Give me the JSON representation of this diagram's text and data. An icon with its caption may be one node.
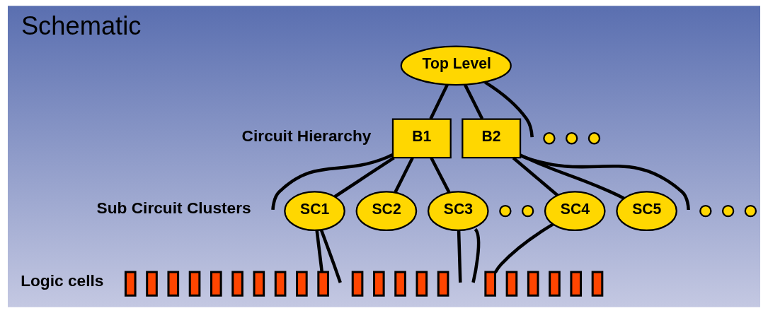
{
  "diagram": {
    "title": "Schematic",
    "nodes": [
      {
        "text": [
          "Top Level"
        ]
      },
      {
        "text": [
          "B1"
        ]
      },
      {
        "text": [
          "B2"
        ]
      },
      {
        "text": [],
        "shape": "circle"
      },
      {
        "text": [],
        "shape": "circle"
      },
      {
        "text": [],
        "shape": "circle"
      },
      {
        "text": [
          "SC1"
        ]
      },
      {
        "text": [
          "SC2"
        ]
      },
      {
        "text": [
          "SC3"
        ]
      },
      {
        "text": [],
        "shape": "circle"
      },
      {
        "text": [],
        "shape": "circle"
      },
      {
        "text": [
          "SC4"
        ]
      },
      {
        "text": [
          "SC5"
        ]
      },
      {
        "text": [],
        "shape": "circle"
      },
      {
        "text": [],
        "shape": "circle"
      },
      {
        "text": [],
        "shape": "circle"
      },
      {
        "text": [],
        "shape": "bar"
      },
      {
        "text": [],
        "shape": "bar"
      },
      {
        "text": [],
        "shape": "bar"
      },
      {
        "text": [],
        "shape": "bar"
      },
      {
        "text": [],
        "shape": "bar"
      },
      {
        "text": [],
        "shape": "bar"
      },
      {
        "text": [],
        "shape": "bar"
      },
      {
        "text": [],
        "shape": "bar"
      },
      {
        "text": [],
        "shape": "bar"
      },
      {
        "text": [],
        "shape": "bar"
      },
      {
        "text": [],
        "shape": "bar"
      },
      {
        "text": [],
        "shape": "bar"
      },
      {
        "text": [],
        "shape": "bar"
      },
      {
        "text": [],
        "shape": "bar"
      },
      {
        "text": [],
        "shape": "bar"
      },
      {
        "text": [],
        "shape": "bar"
      },
      {
        "text": [],
        "shape": "bar"
      },
      {
        "text": [],
        "shape": "bar"
      },
      {
        "text": [],
        "shape": "bar"
      },
      {
        "text": [],
        "shape": "bar"
      },
      {
        "text": [],
        "shape": "bar"
      }
    ],
    "edges": [
      {
        "from": 0,
        "to": 1,
        "arrow": "none"
      },
      {
        "from": 0,
        "to": 2,
        "arrow": "none"
      },
      {
        "from": 0,
        "to": null,
        "arrow": "none"
      },
      {
        "from": 1,
        "to": 6,
        "arrow": "none"
      },
      {
        "from": 1,
        "to": 7,
        "arrow": "none"
      },
      {
        "from": 1,
        "to": 8,
        "arrow": "none"
      },
      {
        "from": 1,
        "to": null,
        "arrow": "none"
      },
      {
        "from": 2,
        "to": 11,
        "arrow": "none"
      },
      {
        "from": 2,
        "to": 12,
        "arrow": "none"
      },
      {
        "from": 2,
        "to": null,
        "arrow": "none"
      },
      {
        "from": 6,
        "to": null,
        "arrow": "none"
      },
      {
        "from": 6,
        "to": 25,
        "arrow": "none"
      },
      {
        "from": 8,
        "to": null,
        "arrow": "none"
      },
      {
        "from": 8,
        "to": null,
        "arrow": "none"
      },
      {
        "from": 11,
        "to": 31,
        "arrow": "none"
      }
    ],
    "labels": [
      "Circuit Hierarchy",
      "Sub Circuit Clusters",
      "Logic cells"
    ]
  }
}
